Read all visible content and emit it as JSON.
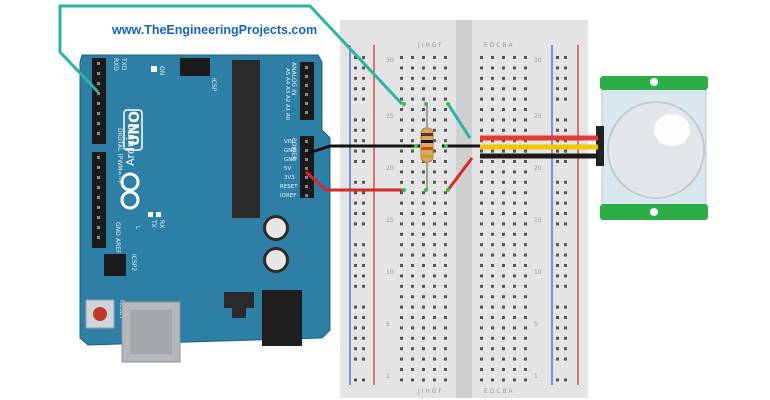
{
  "watermark": {
    "url": "www.TheEngineeringProjects.com",
    "color": "#1565c0"
  },
  "arduino": {
    "logo_text": "Arduino",
    "model": "UNO",
    "reset_label": "RESET",
    "icsp_label": "ICSP",
    "icsp2_label": "ICSP2",
    "digital_label": "DIGITAL (PWM=~)",
    "analog_label": "ANALOG IN",
    "power_label": "POWER",
    "on_label": "ON",
    "l_label": "L",
    "tx_label": "TX",
    "rx_label": "RX",
    "txd_label": "TXD",
    "rxd_label": "RXD",
    "gnd_label": "GND",
    "aref_label": "AREF",
    "power_pins": [
      "VIN",
      "GND",
      "GND",
      "5V",
      "3V3",
      "RESET",
      "IOREF"
    ],
    "analog_pins": [
      "A5",
      "A4",
      "A3",
      "A2",
      "A1",
      "A0"
    ],
    "board_color": "#2d7fa6"
  },
  "breadboard": {
    "col_letters_left": "J I H G F",
    "col_letters_right": "E D C B A",
    "row_numbers": [
      "30",
      "25",
      "20",
      "15",
      "10",
      "5",
      "1"
    ]
  },
  "wires": [
    {
      "name": "signal",
      "color": "#2bb3a3"
    },
    {
      "name": "ground",
      "color": "#111111"
    },
    {
      "name": "power",
      "color": "#d62828"
    }
  ],
  "sensor": {
    "leads": [
      "#e53935",
      "#f2c900",
      "#1a1a1a"
    ]
  }
}
